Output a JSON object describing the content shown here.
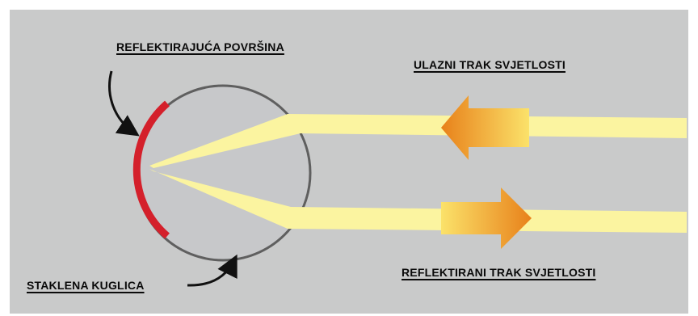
{
  "labels": {
    "reflecting_surface": "REFLEKTIRAJUĆA POVRŠINA",
    "incoming_beam": "ULAZNI TRAK SVJETLOSTI",
    "reflected_beam": "REFLEKTIRANI TRAK SVJETLOSTI",
    "glass_bead": "STAKLENA KUGLICA"
  },
  "colors": {
    "background": "#c9caca",
    "beam": "#fbf4a0",
    "sphere_fill": "#c7c8ca",
    "sphere_stroke": "#5f5f5f",
    "reflective_coating": "#d4202b",
    "arrow_dark": "#e8811a",
    "arrow_light": "#fbe26a",
    "pointer": "#111111"
  },
  "icons": {
    "incoming_arrow": "arrow-left-icon",
    "reflected_arrow": "arrow-right-icon",
    "pointer_to_surface": "curved-arrow-icon",
    "pointer_to_bead": "curved-arrow-icon"
  }
}
